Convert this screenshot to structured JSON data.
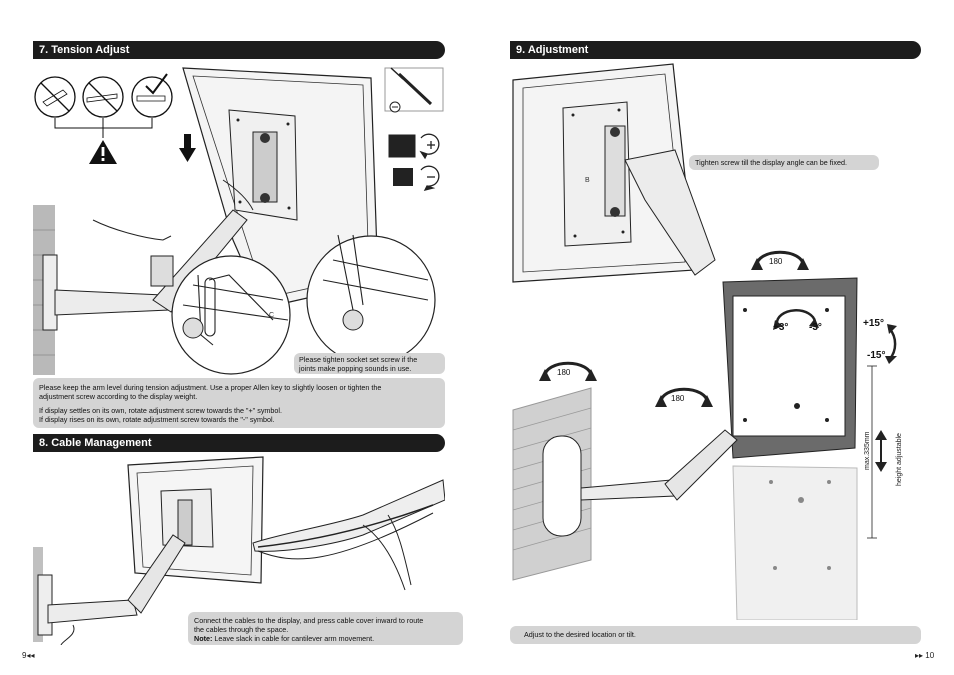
{
  "left_page": {
    "section7": {
      "title": "7. Tension Adjust",
      "set_screw_note": [
        "Please tighten socket set screw if the",
        "joints make popping sounds in use."
      ],
      "note_p1": [
        "Please keep the arm level during tension adjustment. Use a proper Allen key to slightly loosen or tighten the",
        "adjustment screw according to the display weight."
      ],
      "note_p2": [
        "If display settles on its own, rotate adjustment screw towards the \"+\" symbol.",
        "If display rises on its own, rotate adjustment screw towards the \"-\" symbol."
      ],
      "detail_label": "C"
    },
    "section8": {
      "title": "8. Cable Management",
      "note_line1": "Connect the cables to the display, and press cable cover inward to route",
      "note_line2": "the cables through the space.",
      "note_bold": "Note:",
      "note_rest": "Leave slack in cable for cantilever arm movement."
    },
    "page_number": "9"
  },
  "right_page": {
    "section9": {
      "title": "9. Adjustment",
      "tighten_note": "Tighten screw till the display angle can be fixed.",
      "label_b": "B",
      "rot_180": "180",
      "tilt_plus3": "+3°",
      "tilt_minus3": "-3°",
      "tilt_plus15": "+15°",
      "tilt_minus15": "-15°",
      "max_height": "max.335mm",
      "height_label": "height adjustable",
      "bottom_note": "Adjust to the desired location or tilt."
    },
    "page_number": "10"
  },
  "icons": [
    "warning-icon",
    "screwdriver-icon",
    "minus-circle-icon",
    "rotate-plus-icon",
    "rotate-minus-icon",
    "down-arrow-icon",
    "rotate-180-icon",
    "double-arrow-icon"
  ]
}
